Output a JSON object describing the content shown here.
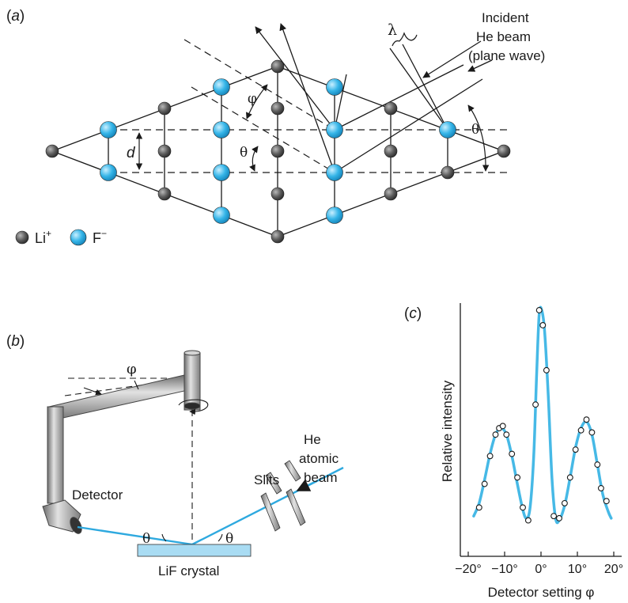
{
  "colors": {
    "ion_gray": "#5a5a5a",
    "ion_blue": "#35b5e8",
    "beam_blue": "#2ea9df",
    "curve_blue": "#46b9e6",
    "crystal_fill": "#a9dcf3",
    "line": "#1a1a1a"
  },
  "panel_a": {
    "label": "(a)",
    "spacing_label": "d",
    "lambda_label": "λ",
    "phi_label": "φ",
    "theta_label": "θ",
    "incident_lines": [
      "Incident",
      "He beam",
      "(plane wave)"
    ],
    "legend": {
      "li_text": "Li",
      "li_sup": "+",
      "f_text": "F",
      "f_sup": "−"
    }
  },
  "panel_b": {
    "label": "(b)",
    "phi_label": "φ",
    "detector_label": "Detector",
    "slits_label": "Slits",
    "beam_lines": [
      "He",
      "atomic",
      "beam"
    ],
    "theta_label": "θ",
    "crystal_label": "LiF crystal"
  },
  "panel_c": {
    "label": "(c)",
    "chart_data": {
      "type": "scatter",
      "ylabel": "Relative intensity",
      "xlabel": "Detector setting φ",
      "xticks": [
        "−20°",
        "−10°",
        "0°",
        "10°",
        "20°"
      ],
      "xtick_values": [
        -20,
        -10,
        0,
        10,
        20
      ],
      "xlim": [
        -20,
        20
      ],
      "ylim": [
        0,
        1
      ],
      "points": [
        [
          -17.0,
          0.08
        ],
        [
          -15.5,
          0.19
        ],
        [
          -14.0,
          0.32
        ],
        [
          -12.5,
          0.42
        ],
        [
          -11.5,
          0.45
        ],
        [
          -10.5,
          0.46
        ],
        [
          -9.5,
          0.42
        ],
        [
          -8.0,
          0.33
        ],
        [
          -6.5,
          0.22
        ],
        [
          -5.0,
          0.08
        ],
        [
          -3.5,
          0.02
        ],
        [
          -1.5,
          0.56
        ],
        [
          -0.5,
          1.0
        ],
        [
          0.5,
          0.93
        ],
        [
          1.5,
          0.72
        ],
        [
          3.5,
          0.04
        ],
        [
          5.0,
          0.03
        ],
        [
          6.5,
          0.1
        ],
        [
          8.0,
          0.22
        ],
        [
          9.5,
          0.35
        ],
        [
          11.0,
          0.44
        ],
        [
          12.5,
          0.49
        ],
        [
          14.0,
          0.43
        ],
        [
          15.5,
          0.28
        ],
        [
          16.5,
          0.17
        ],
        [
          18.0,
          0.11
        ]
      ],
      "curve": [
        [
          -18.5,
          0.04
        ],
        [
          -17.0,
          0.1
        ],
        [
          -15.5,
          0.21
        ],
        [
          -14.0,
          0.33
        ],
        [
          -12.5,
          0.42
        ],
        [
          -11.0,
          0.45
        ],
        [
          -9.5,
          0.42
        ],
        [
          -8.0,
          0.32
        ],
        [
          -6.5,
          0.19
        ],
        [
          -5.0,
          0.07
        ],
        [
          -4.0,
          0.03
        ],
        [
          -3.0,
          0.08
        ],
        [
          -2.0,
          0.32
        ],
        [
          -1.2,
          0.7
        ],
        [
          -0.5,
          0.98
        ],
        [
          0.2,
          1.0
        ],
        [
          1.0,
          0.9
        ],
        [
          2.0,
          0.6
        ],
        [
          3.0,
          0.22
        ],
        [
          4.0,
          0.03
        ],
        [
          5.0,
          0.02
        ],
        [
          6.5,
          0.09
        ],
        [
          8.0,
          0.22
        ],
        [
          9.5,
          0.36
        ],
        [
          11.0,
          0.45
        ],
        [
          12.5,
          0.48
        ],
        [
          14.0,
          0.42
        ],
        [
          15.5,
          0.28
        ],
        [
          17.0,
          0.14
        ],
        [
          18.5,
          0.06
        ],
        [
          19.3,
          0.03
        ]
      ]
    }
  }
}
